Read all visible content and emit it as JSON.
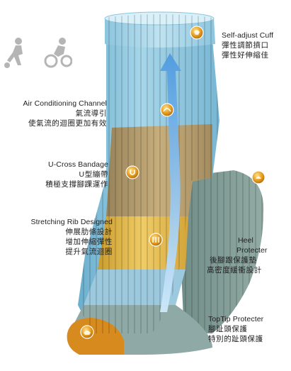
{
  "features": {
    "cuff": {
      "title": "Self-adjust Cuff",
      "line1": "彈性調節擠口",
      "line2": "彈性好伸縮佳"
    },
    "air": {
      "title": "Air Conditioning Channel",
      "line1": "氣流導引",
      "line2": "使氣流的迴圈更加有效"
    },
    "ucross": {
      "title": "U-Cross Bandage",
      "line1": "U型繃帶",
      "line2": "積極支撐腳踝運作"
    },
    "rib": {
      "title": "Stretching Rib Designed",
      "line1": "伸展肋條設計",
      "line2": "增加伸縮彈性",
      "line3": "提升氣流迴圈"
    },
    "heel": {
      "title_a": "Heel",
      "title_b": "Protecter",
      "line1": "後腳跟保護墊",
      "line2": "高密度緩衝設計"
    },
    "toe": {
      "title": "TopTip Protecter",
      "line1": "腳趾頭保護",
      "line2": "特別的趾頭保護"
    }
  },
  "colors": {
    "cuff_blue": "#a9d7ea",
    "leg_blue": "#8ec6e0",
    "tan": "#b49a6a",
    "yellow": "#e2b84a",
    "gray_green": "#7f9a93",
    "toe_orange": "#d78a1e",
    "badge_gold": "#e39a1c",
    "arrow_blue": "#5aa6e6"
  },
  "icons": {
    "badge": "gold-circle-badge-icon",
    "soccer": "soccer-player-icon",
    "cyclist": "cyclist-icon"
  }
}
